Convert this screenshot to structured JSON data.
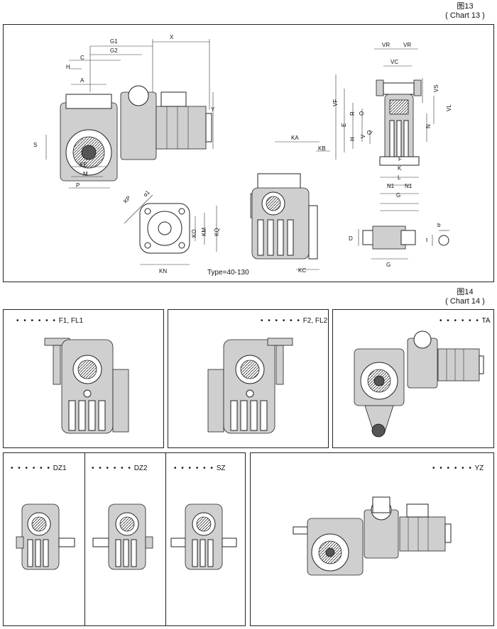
{
  "chart13": {
    "caption_cn": "图13",
    "caption_en": "( Chart 13 )",
    "type_label": "Type=40-130",
    "dims": {
      "g1": "G1",
      "g2": "G2",
      "x": "X",
      "c": "C",
      "h": "H",
      "a": "A",
      "y": "Y",
      "s": "S",
      "ke": "KE",
      "m": "M",
      "p": "P",
      "kp": "KP",
      "alpha": "α1",
      "ko": "KO",
      "km": "KM",
      "kq": "KQ",
      "kn": "KN",
      "ka": "KA",
      "kb": "KB",
      "kc": "KC",
      "vr": "VR",
      "vc": "VC",
      "vf": "VF",
      "vs": "VS",
      "vl": "VL",
      "e": "E",
      "r": "R",
      "o": "O",
      "hh": "H",
      "v": "V",
      "q": "Q",
      "n": "N",
      "f": "F",
      "k": "K",
      "l": "L",
      "n1": "N1",
      "gg": "G",
      "d": "D",
      "b": "b",
      "t": "t",
      "gs": "G"
    }
  },
  "chart14": {
    "caption_cn": "图14",
    "caption_en": "( Chart 14 )",
    "panels": [
      {
        "label": "F1, FL1"
      },
      {
        "label": "F2, FL2"
      },
      {
        "label": "TA"
      },
      {
        "label": "DZ1"
      },
      {
        "label": "DZ2"
      },
      {
        "label": "SZ"
      },
      {
        "label": "YZ"
      }
    ],
    "dots": "• • • • • •"
  }
}
